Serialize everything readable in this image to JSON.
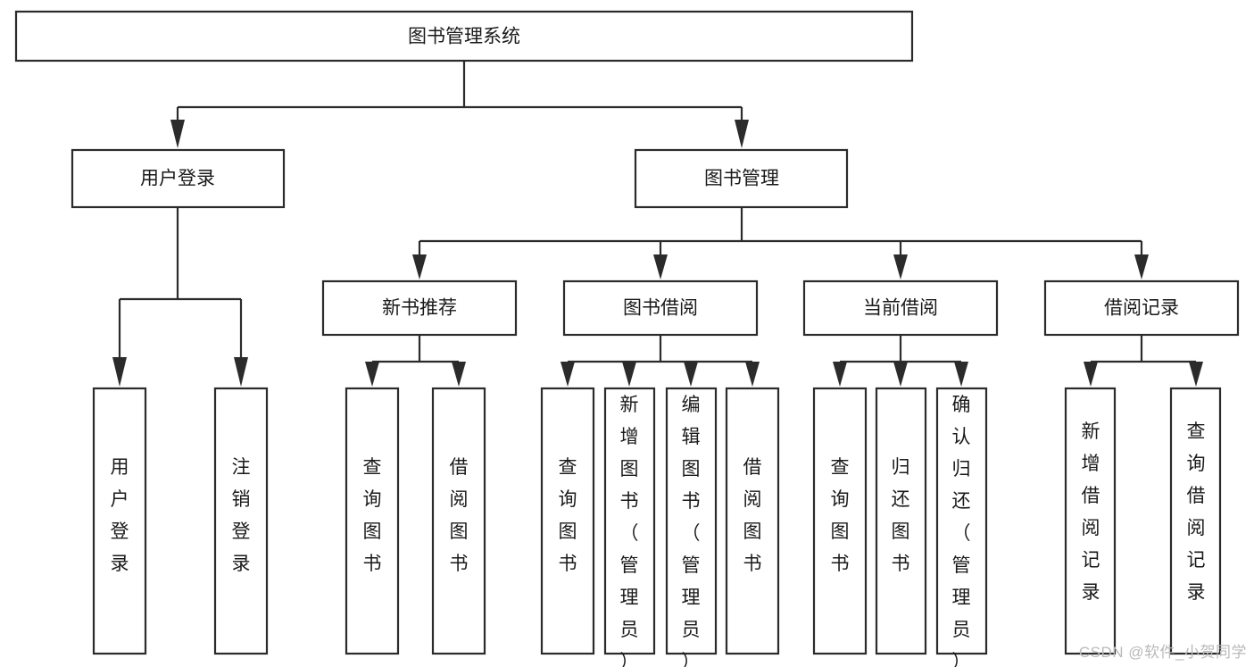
{
  "diagram": {
    "title": "图书管理系统",
    "type": "tree",
    "watermark": "CSDN @软件_小贺同学",
    "colors": {
      "stroke": "#2b2b2b",
      "box_fill": "#ffffff",
      "text": "#1a1a1a",
      "background": "#ffffff",
      "watermark": "#b9b9b9"
    },
    "levels": {
      "root": "图书管理系统",
      "level2": [
        "用户登录",
        "图书管理"
      ],
      "level3": [
        "新书推荐",
        "图书借阅",
        "当前借阅",
        "借阅记录"
      ]
    },
    "nodes": {
      "root": {
        "label": "图书管理系统"
      },
      "user_login": {
        "label": "用户登录"
      },
      "book_manage": {
        "label": "图书管理"
      },
      "new_book_rec": {
        "label": "新书推荐"
      },
      "book_borrow": {
        "label": "图书借阅"
      },
      "current_borrow": {
        "label": "当前借阅"
      },
      "borrow_record": {
        "label": "借阅记录"
      },
      "leaf_1": {
        "label": "用户登录"
      },
      "leaf_2": {
        "label": "注销登录"
      },
      "leaf_3": {
        "label": "查询图书"
      },
      "leaf_4": {
        "label": "借阅图书"
      },
      "leaf_5": {
        "label": "查询图书"
      },
      "leaf_6": {
        "label": "新增图书（管理员）"
      },
      "leaf_7": {
        "label": "编辑图书（管理员）"
      },
      "leaf_8": {
        "label": "借阅图书"
      },
      "leaf_9": {
        "label": "查询图书"
      },
      "leaf_10": {
        "label": "归还图书"
      },
      "leaf_11": {
        "label": "确认归还（管理员）"
      },
      "leaf_12": {
        "label": "新增借阅记录"
      },
      "leaf_13": {
        "label": "查询借阅记录"
      }
    },
    "edges": [
      {
        "from": "图书管理系统",
        "to": "用户登录"
      },
      {
        "from": "图书管理系统",
        "to": "图书管理"
      },
      {
        "from": "用户登录",
        "to": "用户登录"
      },
      {
        "from": "用户登录",
        "to": "注销登录"
      },
      {
        "from": "图书管理",
        "to": "新书推荐"
      },
      {
        "from": "图书管理",
        "to": "图书借阅"
      },
      {
        "from": "图书管理",
        "to": "当前借阅"
      },
      {
        "from": "图书管理",
        "to": "借阅记录"
      },
      {
        "from": "新书推荐",
        "to": "查询图书"
      },
      {
        "from": "新书推荐",
        "to": "借阅图书"
      },
      {
        "from": "图书借阅",
        "to": "查询图书"
      },
      {
        "from": "图书借阅",
        "to": "新增图书（管理员）"
      },
      {
        "from": "图书借阅",
        "to": "编辑图书（管理员）"
      },
      {
        "from": "图书借阅",
        "to": "借阅图书"
      },
      {
        "from": "当前借阅",
        "to": "查询图书"
      },
      {
        "from": "当前借阅",
        "to": "归还图书"
      },
      {
        "from": "当前借阅",
        "to": "确认归还（管理员）"
      },
      {
        "from": "借阅记录",
        "to": "新增借阅记录"
      },
      {
        "from": "借阅记录",
        "to": "查询借阅记录"
      }
    ]
  }
}
